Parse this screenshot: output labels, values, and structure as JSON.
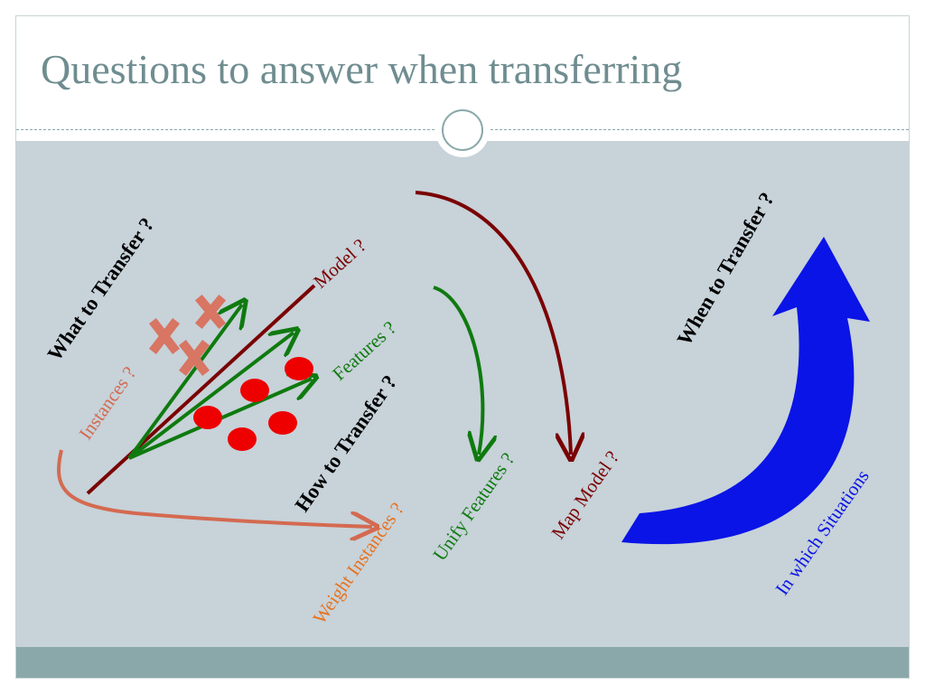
{
  "title": "Questions to answer when transferring",
  "labels": {
    "what_to_transfer": "What to Transfer ?",
    "model": "Model ?",
    "features": "Features ?",
    "instances": "Instances ?",
    "how_to_transfer": "How to Transfer ?",
    "weight_instances": "Weight Instances ?",
    "unify_features": "Unify Features ?",
    "map_model": "Map Model ?",
    "when_to_transfer": "When to Transfer ?",
    "in_which_situations": "In which Situations"
  },
  "colors": {
    "title": "#6f8d90",
    "background": "#c7d2d9",
    "footer": "#8aa8aa",
    "model": "#7a0000",
    "features": "#0f7a0f",
    "instances": "#d46a50",
    "weight_instances": "#e8731f",
    "situations": "#0a14e6",
    "points": "#ee0000",
    "crosses": "#d87563"
  },
  "icons": [
    "cross-mark-icon",
    "dot-icon",
    "curved-arrow-icon"
  ]
}
